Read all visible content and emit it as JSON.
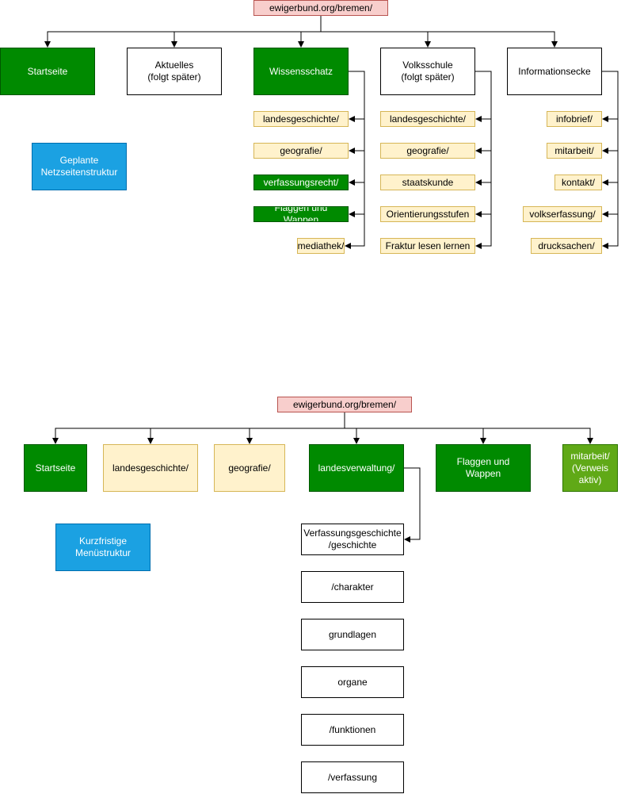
{
  "diagram1": {
    "root": "ewigerbund.org/bremen/",
    "sections": {
      "startseite": "Startseite",
      "aktuelles": "Aktuelles\n(folgt später)",
      "wissensschatz": "Wissensschatz",
      "volksschule": "Volksschule\n(folgt später)",
      "informationsecke": "Informationsecke"
    },
    "wissensschatz_items": [
      "landesgeschichte/",
      "geografie/",
      "verfassungsrecht/",
      "Flaggen und Wappen",
      "mediathek/"
    ],
    "volksschule_items": [
      "landesgeschichte/",
      "geografie/",
      "staatskunde",
      "Orientierungsstufen",
      "Fraktur lesen lernen"
    ],
    "informationsecke_items": [
      "infobrief/",
      "mitarbeit/",
      "kontakt/",
      "volkserfassung/",
      "drucksachen/"
    ],
    "note": "Geplante\nNetzseitenstruktur"
  },
  "diagram2": {
    "root": "ewigerbund.org/bremen/",
    "menu": [
      "Startseite",
      "landesgeschichte/",
      "geografie/",
      "landesverwaltung/",
      "Flaggen und Wappen",
      "mitarbeit/\n(Verweis\naktiv)"
    ],
    "landesverwaltung_items": [
      "Verfassungsgeschichte\n/geschichte",
      "/charakter",
      "grundlagen",
      "organe",
      "/funktionen",
      "/verfassung"
    ],
    "note": "Kurzfristige\nMenüstruktur"
  },
  "colors": {
    "root_fill": "#f8cecc",
    "active_fill": "#008a00",
    "link_fill": "#60a917",
    "pending_fill": "#fff2cc",
    "note_fill": "#1ba1e2"
  }
}
